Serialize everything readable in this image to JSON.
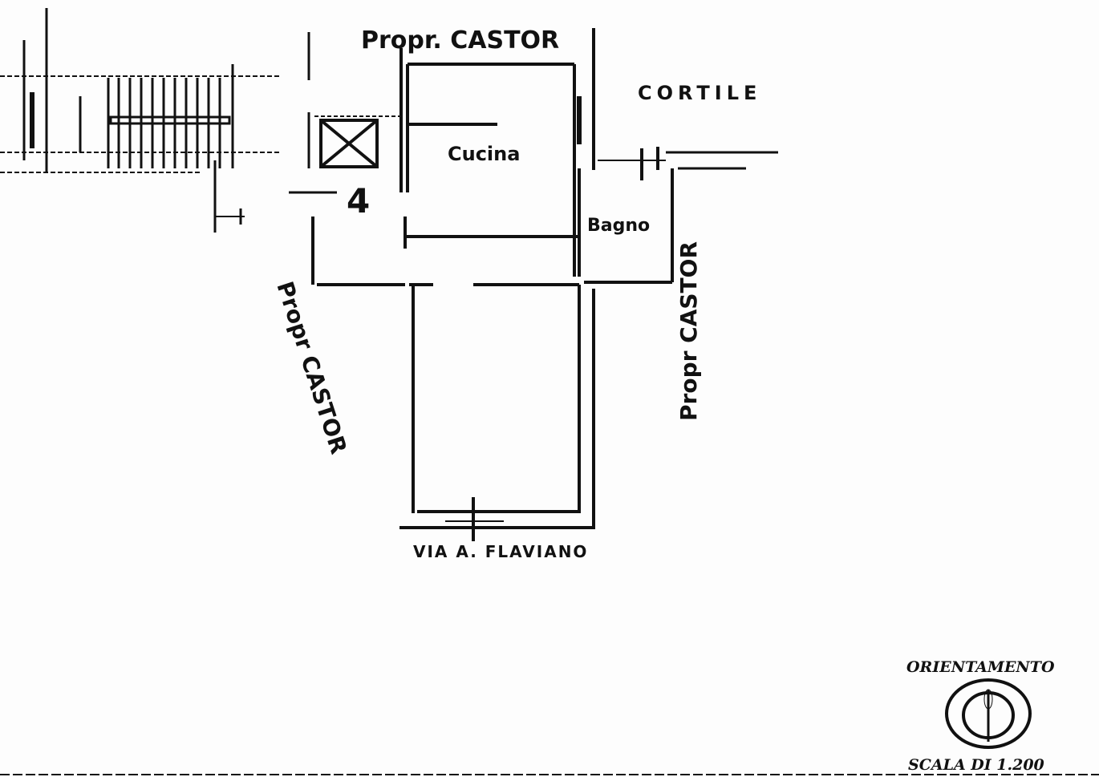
{
  "plan": {
    "labels": {
      "owner_top": "Propr. CASTOR",
      "courtyard": "CORTILE",
      "kitchen": "Cucina",
      "bathroom": "Bagno",
      "unit_number": "4",
      "owner_left": "Propr CASTOR",
      "owner_right": "Propr CASTOR",
      "street": "VIA A. FLAVIANO"
    }
  },
  "legend": {
    "orientation_title": "ORIENTAMENTO",
    "scale": "SCALA DI 1.200",
    "compass_icon": "north-arrow-compass"
  }
}
